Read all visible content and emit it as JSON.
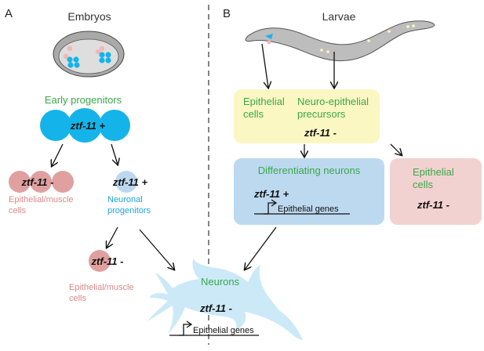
{
  "panels": {
    "a": "A",
    "b": "B"
  },
  "embryos": {
    "title": "Embryos"
  },
  "larvae": {
    "title": "Larvae"
  },
  "early_progenitors": {
    "label": "Early progenitors",
    "gene": "ztf-11 +"
  },
  "epithelial_muscle_1": {
    "gene": "ztf-11 -",
    "line1": "Epithelial/muscle",
    "line2": "cells"
  },
  "neuronal_progenitors": {
    "gene": "ztf-11 +",
    "line1": "Neuronal",
    "line2": "progenitors"
  },
  "epithelial_muscle_2": {
    "gene": "ztf-11 -",
    "line1": "Epithelial/muscle",
    "line2": "cells"
  },
  "larval_cells": {
    "epithelial_line1": "Epithelial",
    "epithelial_line2": "cells",
    "neuro_line1": "Neuro-epithelial",
    "neuro_line2": "precursors",
    "gene": "ztf-11 -"
  },
  "differentiating_neurons": {
    "label": "Differentiating neurons",
    "gene": "ztf-11 +",
    "genes_label": "Epithelial genes"
  },
  "epithelial_cells_b": {
    "line1": "Epithelial",
    "line2": "cells",
    "gene": "ztf-11 -"
  },
  "neurons": {
    "label": "Neurons",
    "gene": "ztf-11 -",
    "genes_label": "Epithelial genes"
  },
  "colors": {
    "green": "#3aa84a",
    "cyan": "#14b4ea",
    "pink": "#e0a0a0",
    "light_blue": "#bcd8ef",
    "yellow_box": "#fbf7c3",
    "blue_box": "#bdd9f0",
    "pink_box": "#f2d2d0",
    "neuron": "#cbe9f7"
  }
}
